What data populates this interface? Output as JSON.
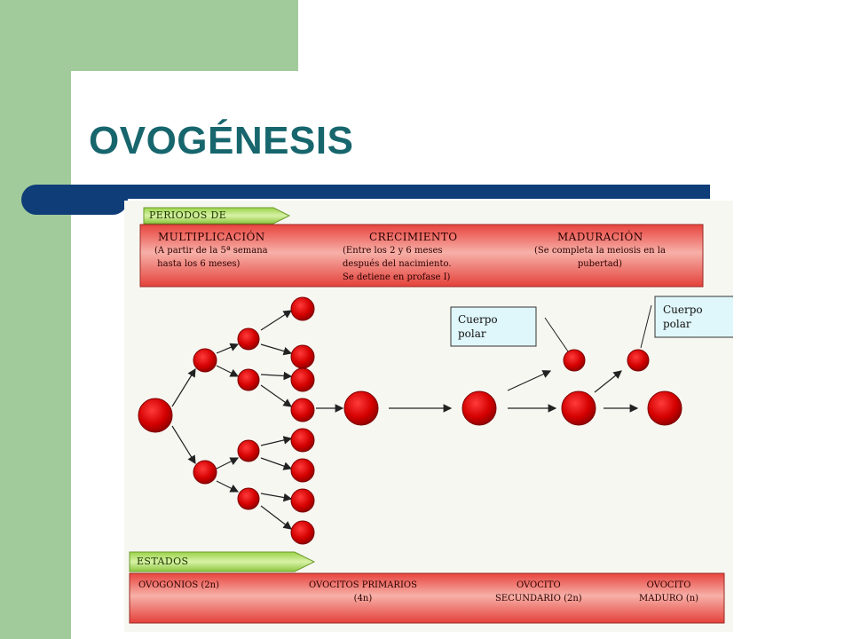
{
  "slide": {
    "title": "OVOGÉNESIS"
  },
  "diagram": {
    "periods_tag": "PERIODOS DE",
    "periods": [
      {
        "title": "MULTIPLICACIÓN",
        "detail": "(A partir de la 5ª semana\n hasta los 6 meses)"
      },
      {
        "title": "CRECIMIENTO",
        "detail": "(Entre los 2 y 6 meses\ndespués del nacimiento.\nSe detiene en profase I)"
      },
      {
        "title": "MADURACIÓN",
        "detail": "(Se completa la meiosis en la\npubertad)"
      }
    ],
    "polar_body_label": "Cuerpo\npolar",
    "states_tag": "ESTADOS",
    "states": [
      {
        "label": "OVOGONIOS (2n)"
      },
      {
        "label": "OVOCITOS PRIMARIOS\n(4n)"
      },
      {
        "label": "OVOCITO\nSECUNDARIO (2n)"
      },
      {
        "label": "OVOCITO\nMADURO (n)"
      }
    ]
  }
}
